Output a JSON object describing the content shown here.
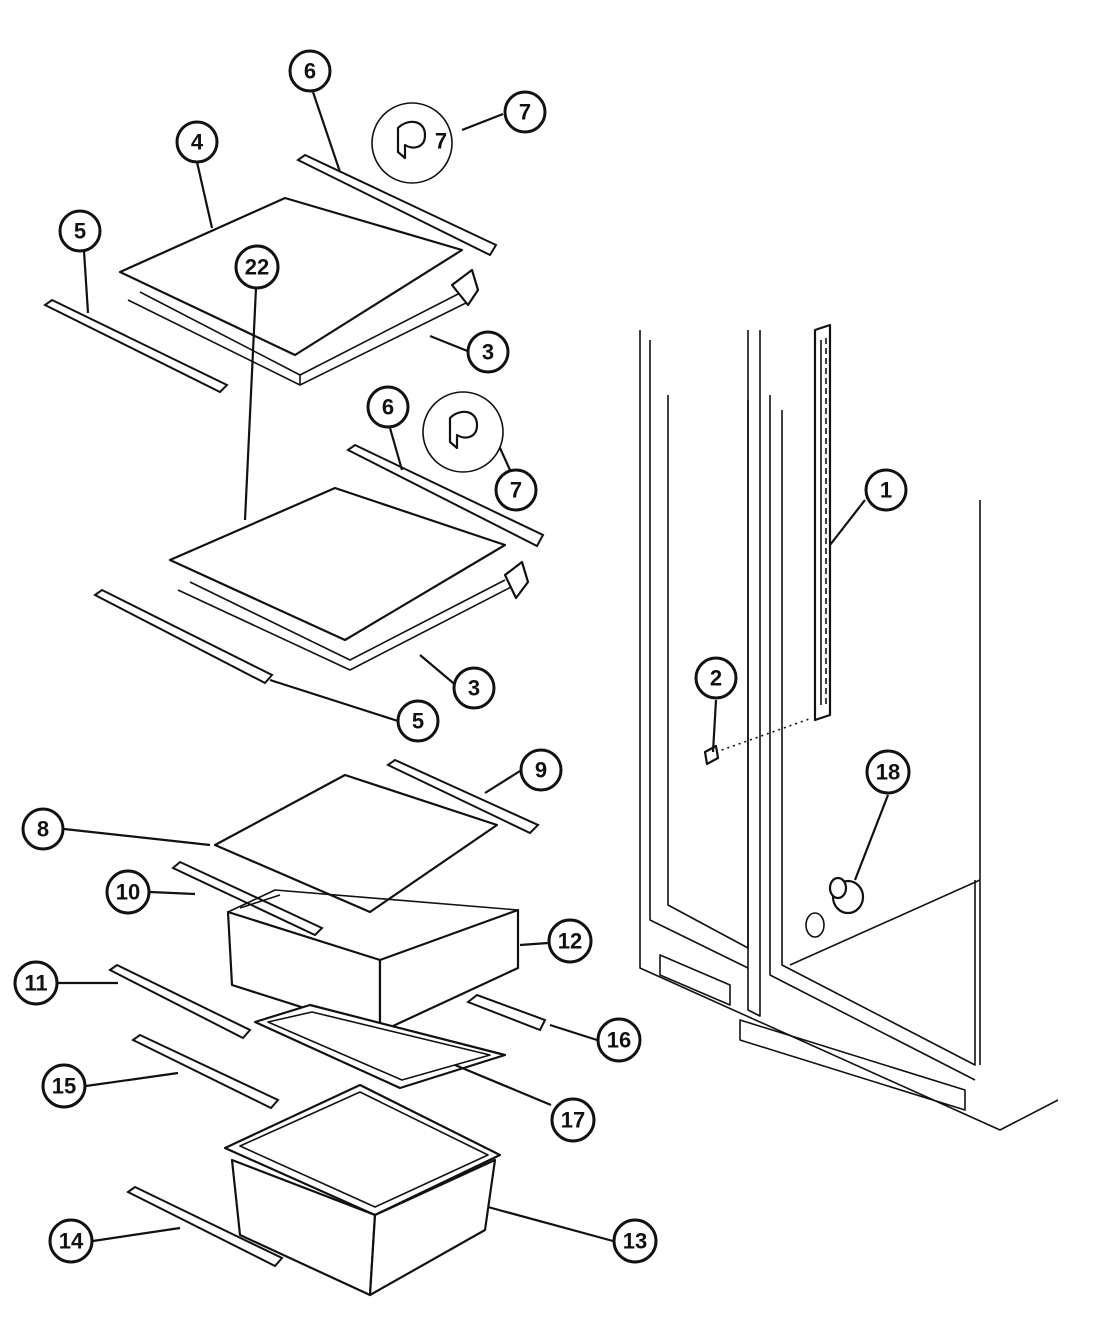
{
  "callouts": [
    {
      "id": "c-6a",
      "label": "6"
    },
    {
      "id": "c-7a",
      "label": "7"
    },
    {
      "id": "c-4",
      "label": "4"
    },
    {
      "id": "c-5a",
      "label": "5"
    },
    {
      "id": "c-3a",
      "label": "3"
    },
    {
      "id": "c-6b",
      "label": "6"
    },
    {
      "id": "c-7b",
      "label": "7"
    },
    {
      "id": "c-22",
      "label": "22"
    },
    {
      "id": "c-3b",
      "label": "3"
    },
    {
      "id": "c-5b",
      "label": "5"
    },
    {
      "id": "c-1",
      "label": "1"
    },
    {
      "id": "c-2",
      "label": "2"
    },
    {
      "id": "c-9",
      "label": "9"
    },
    {
      "id": "c-8",
      "label": "8"
    },
    {
      "id": "c-18",
      "label": "18"
    },
    {
      "id": "c-10",
      "label": "10"
    },
    {
      "id": "c-12",
      "label": "12"
    },
    {
      "id": "c-11",
      "label": "11"
    },
    {
      "id": "c-16",
      "label": "16"
    },
    {
      "id": "c-15",
      "label": "15"
    },
    {
      "id": "c-17",
      "label": "17"
    },
    {
      "id": "c-14",
      "label": "14"
    },
    {
      "id": "c-13",
      "label": "13"
    }
  ],
  "inset_label": "7"
}
